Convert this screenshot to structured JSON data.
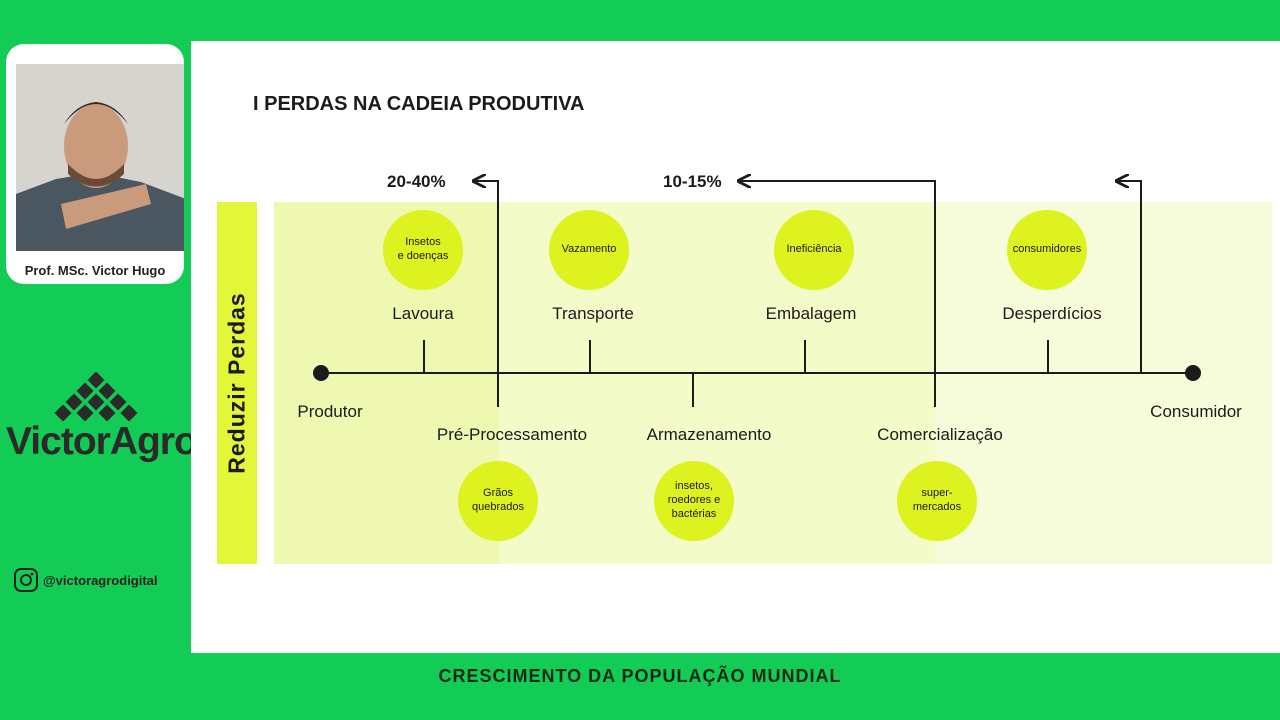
{
  "presenter": {
    "caption": "Prof. MSc. Victor Hugo"
  },
  "brand": {
    "name": "VictorAgro"
  },
  "social": {
    "instagram": "@victoragrodigital"
  },
  "slide": {
    "title": "I PERDAS NA CADEIA PRODUTIVA",
    "sidebar": "Reduzir Perdas",
    "percent_1": "20-40%",
    "percent_2": "10-15%",
    "start": "Produtor",
    "end": "Consumidor",
    "top_stages": [
      "Lavoura",
      "Transporte",
      "Embalagem",
      "Desperdícios"
    ],
    "bottom_stages": [
      "Pré-Processamento",
      "Armazenamento",
      "Comercialização"
    ],
    "top_causes": [
      "Insetos\ne doenças",
      "Vazamento",
      "Ineficiência",
      "consumidores"
    ],
    "bottom_causes": [
      "Grãos\nquebrados",
      "insetos,\nroedores e\nbactérias",
      "super-\nmercados"
    ]
  },
  "footer": {
    "title": "CRESCIMENTO DA POPULAÇÃO MUNDIAL"
  },
  "colors": {
    "green_bg": "#12cc55",
    "lime": "#ddf21e",
    "band_light": "#f3fbc8"
  }
}
